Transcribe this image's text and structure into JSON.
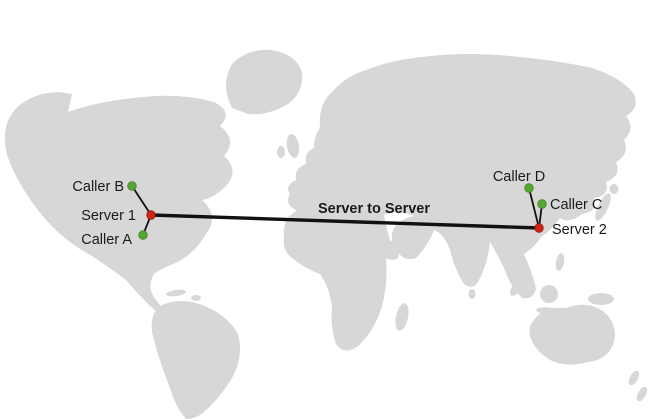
{
  "diagram": {
    "nodes": [
      {
        "id": "caller-b",
        "label": "Caller B",
        "type": "caller"
      },
      {
        "id": "server-1",
        "label": "Server 1",
        "type": "server"
      },
      {
        "id": "caller-a",
        "label": "Caller A",
        "type": "caller"
      },
      {
        "id": "caller-d",
        "label": "Caller D",
        "type": "caller"
      },
      {
        "id": "caller-c",
        "label": "Caller C",
        "type": "caller"
      },
      {
        "id": "server-2",
        "label": "Server 2",
        "type": "server"
      }
    ],
    "links": [
      {
        "from": "caller-b",
        "to": "server-1",
        "style": "thin"
      },
      {
        "from": "caller-a",
        "to": "server-1",
        "style": "thin"
      },
      {
        "from": "caller-d",
        "to": "server-2",
        "style": "thin"
      },
      {
        "from": "caller-c",
        "to": "server-2",
        "style": "thin"
      },
      {
        "from": "server-1",
        "to": "server-2",
        "style": "thick",
        "label": "Server to Server"
      }
    ],
    "link_label": "Server to Server"
  },
  "colors": {
    "caller_dot": "#56a636",
    "server_dot": "#cd2418",
    "link": "#111111",
    "land": "#d7d7d7",
    "background": "#ffffff",
    "label_text": "#1a1a1a"
  }
}
